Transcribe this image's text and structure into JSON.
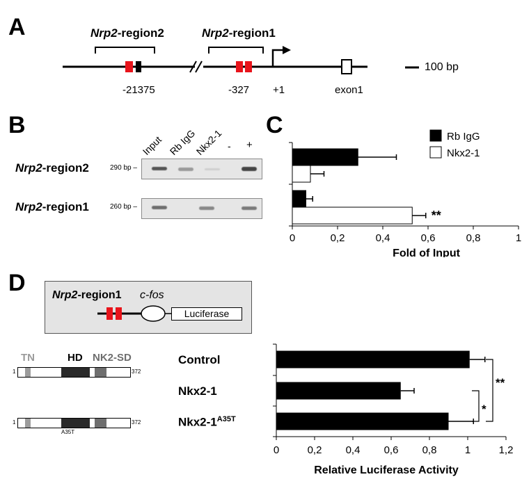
{
  "panel_a": {
    "letter": "A",
    "region2_italic": "Nrp2",
    "region2_suffix": "-region2",
    "region1_italic": "Nrp2",
    "region1_suffix": "-region1",
    "pos_region2": "-21375",
    "pos_region1": "-327",
    "tss": "+1",
    "exon": "exon1",
    "scale": "100 bp"
  },
  "panel_b": {
    "letter": "B",
    "lanes": [
      "Input",
      "Rb IgG",
      "Nkx2-1",
      "-",
      "+"
    ],
    "row1_italic": "Nrp2",
    "row1_suffix": "-region2",
    "row1_size": "290 bp",
    "row2_italic": "Nrp2",
    "row2_suffix": "-region1",
    "row2_size": "260 bp"
  },
  "panel_c": {
    "letter": "C",
    "significance": "**"
  },
  "panel_d": {
    "letter": "D",
    "construct_italic": "Nrp2",
    "construct_suffix": "-region1",
    "construct_promoter": "c-fos",
    "construct_reporter": "Luciferase",
    "domain_tn": "TN",
    "domain_hd": "HD",
    "domain_nk2sd": "NK2-SD",
    "protein_start": "1",
    "protein_end": "372",
    "mutation": "A35T",
    "cond_control": "Control",
    "cond_nkx": "Nkx2-1",
    "cond_mut_base": "Nkx2-1",
    "cond_mut_sup": "A35T",
    "sig_top": "**",
    "sig_bottom": "*"
  },
  "chart_data": [
    {
      "type": "bar",
      "orientation": "horizontal",
      "categories": [
        "Nrp2-region2",
        "Nrp2-region1"
      ],
      "series": [
        {
          "name": "Rb IgG",
          "values": [
            0.29,
            0.06
          ],
          "errors": [
            0.17,
            0.03
          ],
          "color": "#000000"
        },
        {
          "name": "Nkx2-1",
          "values": [
            0.08,
            0.53
          ],
          "errors": [
            0.06,
            0.06
          ],
          "color": "#ffffff"
        }
      ],
      "xlabel": "Fold of Input",
      "xlim": [
        0,
        1
      ],
      "xticks": [
        "0",
        "0,2",
        "0,4",
        "0,6",
        "0,8",
        "1"
      ],
      "legend": "top-right"
    },
    {
      "type": "bar",
      "orientation": "horizontal",
      "categories": [
        "Control",
        "Nkx2-1",
        "Nkx2-1A35T"
      ],
      "values": [
        1.01,
        0.65,
        0.9
      ],
      "errors": [
        0.08,
        0.07,
        0.13
      ],
      "color": "#000000",
      "xlabel": "Relative Luciferase Activity",
      "xlim": [
        0,
        1.2
      ],
      "xticks": [
        "0",
        "0,2",
        "0,4",
        "0,6",
        "0,8",
        "1",
        "1,2"
      ]
    }
  ]
}
